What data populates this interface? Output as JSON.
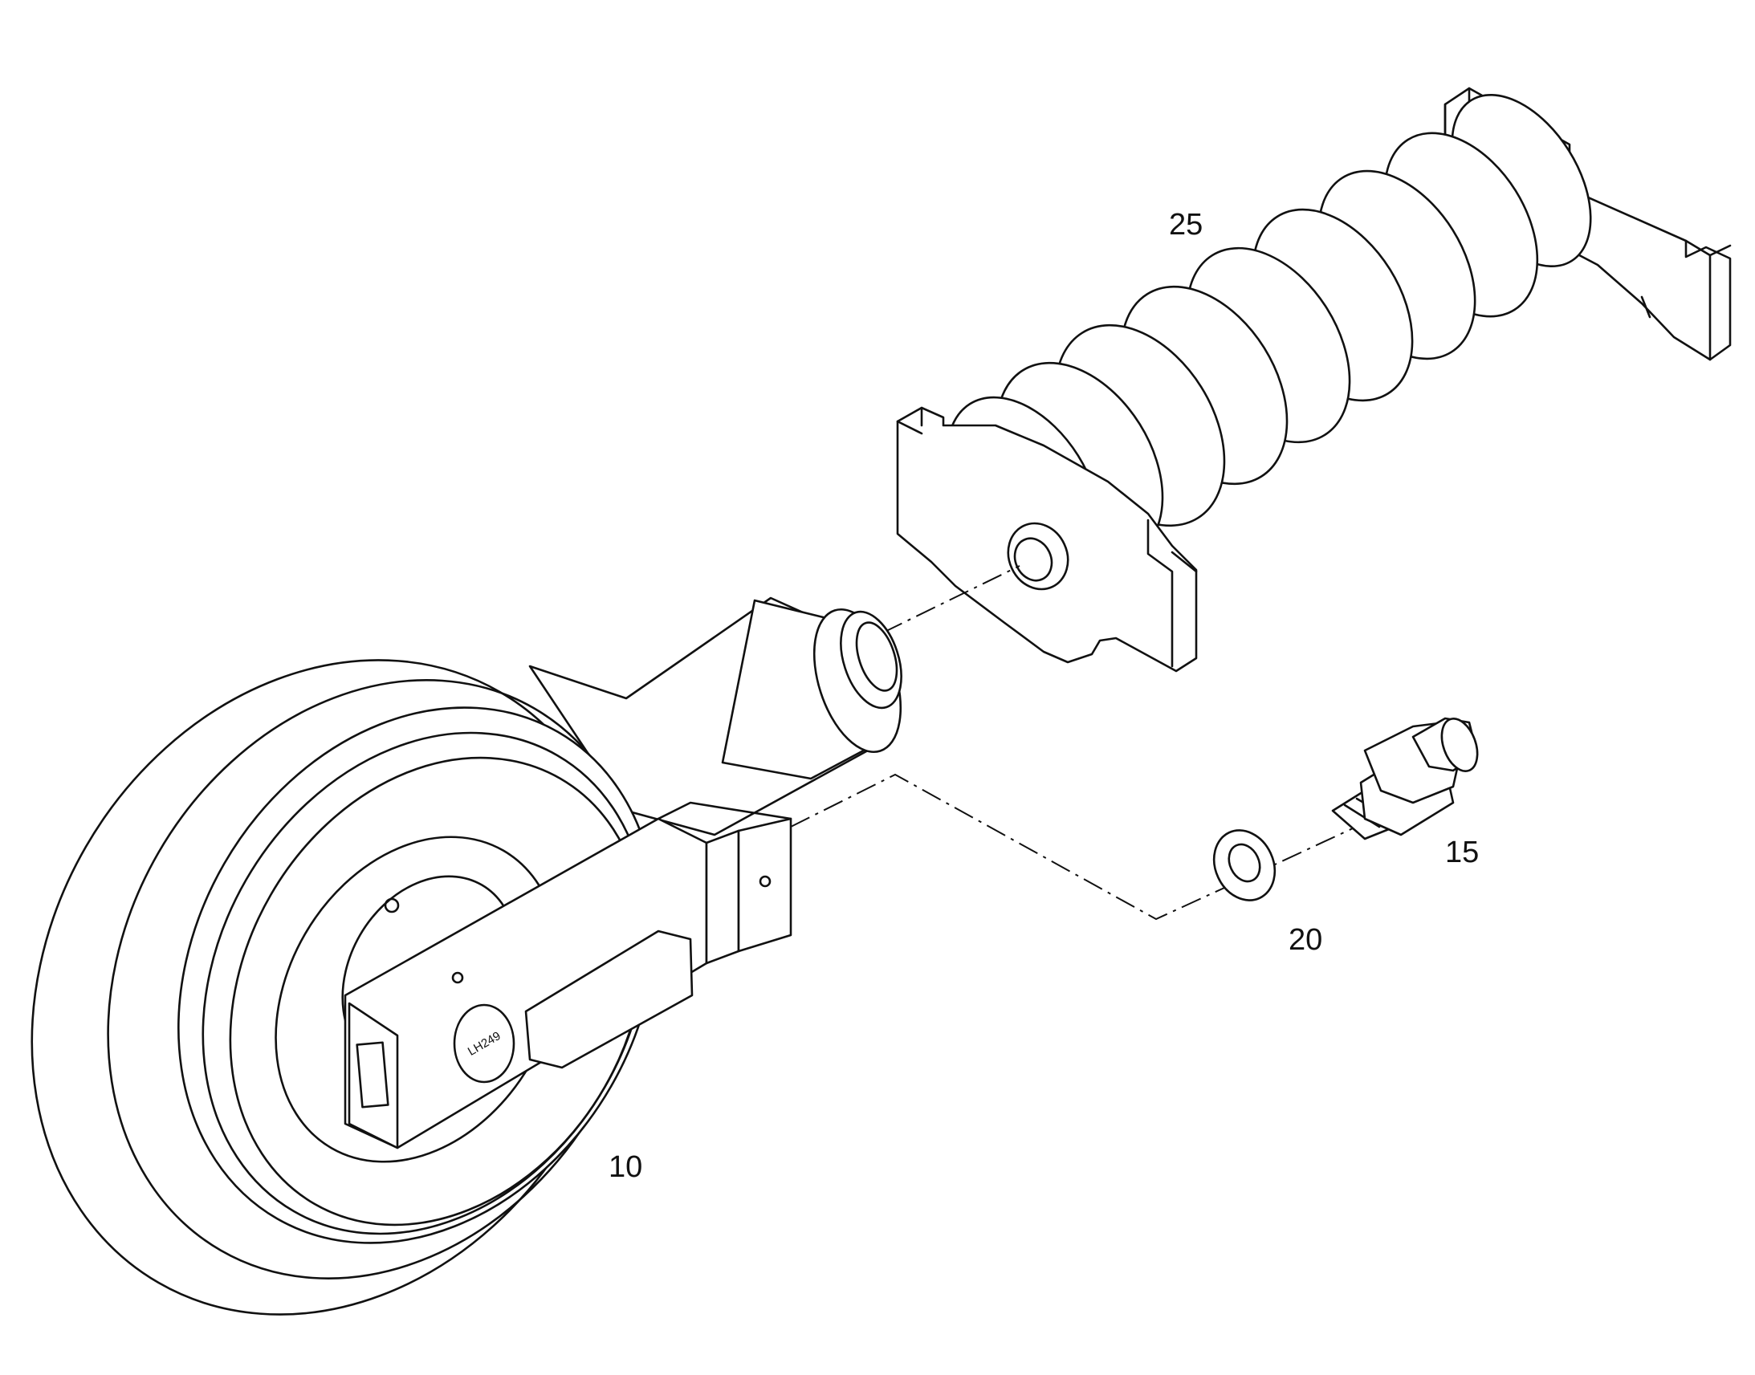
{
  "callouts": {
    "part_10": "10",
    "part_15": "15",
    "part_20": "20",
    "part_25": "25"
  },
  "part_labels": {
    "stamp": "LH249"
  }
}
